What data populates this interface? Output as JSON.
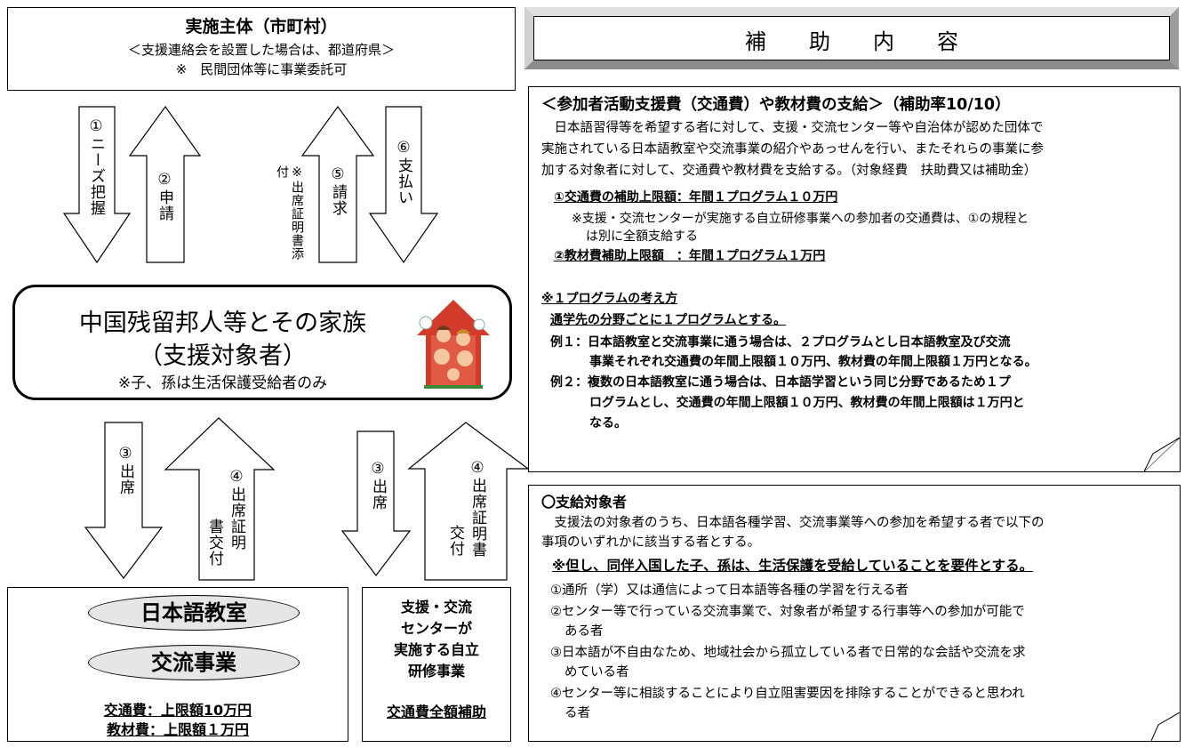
{
  "top_box": {
    "title": "実施主体（市町村）",
    "line1": "＜支援連絡会を設置した場合は、都道府県＞",
    "line2": "※　民間団体等に事業委託可"
  },
  "arrows_top": {
    "a1": "①ニーズ把握",
    "a2": "②申請",
    "a5_note": "※出席証明書添付",
    "a5": "⑤請求",
    "a6": "⑥支払い"
  },
  "center_box": {
    "line1": "中国残留邦人等とその家族",
    "line2": "（支援対象者）",
    "line3": "※子、孫は生活保護受給者のみ"
  },
  "arrows_bottom": {
    "b3_left": "③出席",
    "b4_left_main": "④出席証明",
    "b4_left_sub": "書交付",
    "b3_right": "③出席",
    "b4_right_main": "④出席証明書",
    "b4_right_sub": "交付"
  },
  "bottom_left": {
    "oval1": "日本語教室",
    "oval2": "交流事業",
    "line1": "交通費：上限額10万円",
    "line2": "教材費：上限額１万円"
  },
  "bottom_mid": {
    "l1": "支援・交流",
    "l2": "センターが",
    "l3": "実施する自立",
    "l4": "研修事業",
    "l5": "交通費全額補助"
  },
  "header_right": {
    "title": "補　　助　　内　　容"
  },
  "content1": {
    "heading": "＜参加者活動支援費（交通費）や教材費の支給＞（補助率10/10）",
    "p1": "　日本語習得等を希望する者に対して、支援・交流センター等や自治体が認めた団体で",
    "p2": "実施されている日本語教室や交流事業の紹介やあっせんを行い、またそれらの事業に参",
    "p3": "加する対象者に対して、交通費や教材費を支給する。（対象経費　扶助費又は補助金）",
    "limit1": "①交通費の補助上限額：年間１プログラム１０万円",
    "note1": "※支援・交流センターが実施する自立研修事業への参加者の交通費は、①の規程と",
    "note2": "は別に全額支給する",
    "limit2": "②教材費補助上限額　：年間１プログラム１万円",
    "prog_heading": "※１プログラムの考え方",
    "prog_line": "通学先の分野ごとに１プログラムとする。",
    "ex1a": "例１：日本語教室と交流事業に通う場合は、２プログラムとし日本語教室及び交流",
    "ex1b": "事業それぞれ交通費の年間上限額１０万円、教材費の年間上限額１万円となる。",
    "ex2a": "例２：複数の日本語教室に通う場合は、日本語学習という同じ分野であるため１プ",
    "ex2b": "ログラムとし、交通費の年間上限額１０万円、教材費の年間上限額は１万円と",
    "ex2c": "なる。"
  },
  "content2": {
    "heading": "〇支給対象者",
    "p1": "　支援法の対象者のうち、日本語各種学習、交流事業等への参加を希望する者で以下の",
    "p2": "事項のいずれかに該当する者とする。",
    "note": "※但し、同伴入国した子、孫は、生活保護を受給していることを要件とする。",
    "i1": "①通所（学）又は通信によって日本語等各種の学習を行える者",
    "i2a": "②センター等で行っている交流事業で、対象者が希望する行事等への参加が可能で",
    "i2b": "ある者",
    "i3a": "③日本語が不自由なため、地域社会から孤立している者で日常的な会話や交流を求",
    "i3b": "めている者",
    "i4a": "④センター等に相談することにより自立阻害要因を排除することができると思われ",
    "i4b": "る者"
  },
  "colors": {
    "oval_fill": "#e6e6e6",
    "house_red": "#d23a2a"
  }
}
